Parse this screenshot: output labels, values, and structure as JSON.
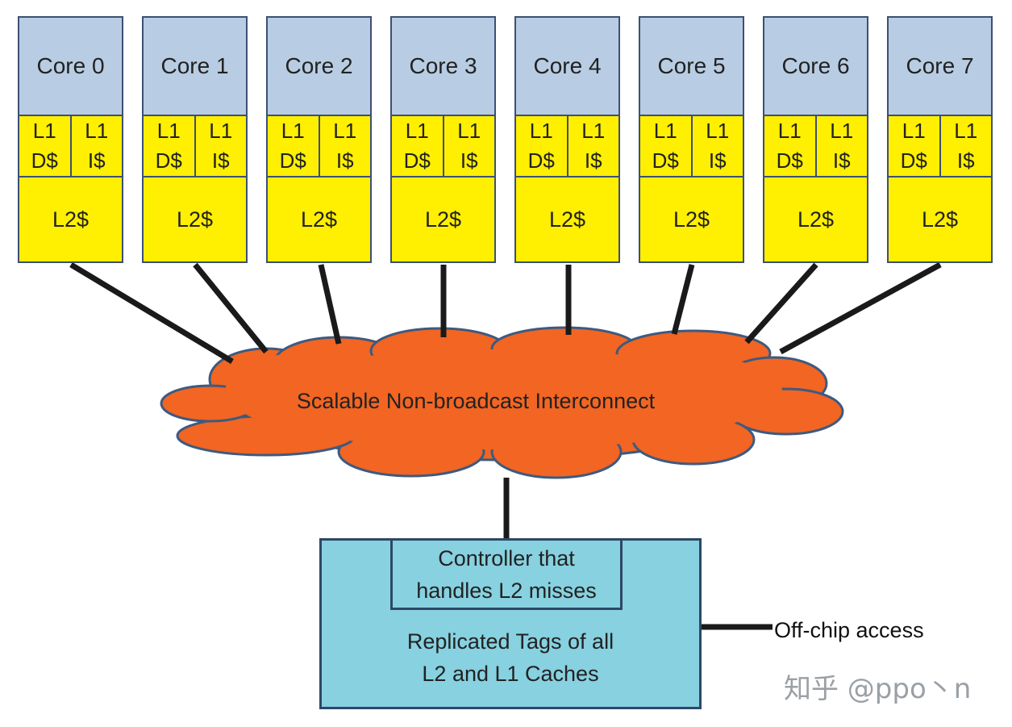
{
  "cores": [
    {
      "name": "Core 0",
      "l1d": [
        "L1",
        "D$"
      ],
      "l1i": [
        "L1",
        "I$"
      ],
      "l2": "L2$"
    },
    {
      "name": "Core 1",
      "l1d": [
        "L1",
        "D$"
      ],
      "l1i": [
        "L1",
        "I$"
      ],
      "l2": "L2$"
    },
    {
      "name": "Core 2",
      "l1d": [
        "L1",
        "D$"
      ],
      "l1i": [
        "L1",
        "I$"
      ],
      "l2": "L2$"
    },
    {
      "name": "Core 3",
      "l1d": [
        "L1",
        "D$"
      ],
      "l1i": [
        "L1",
        "I$"
      ],
      "l2": "L2$"
    },
    {
      "name": "Core 4",
      "l1d": [
        "L1",
        "D$"
      ],
      "l1i": [
        "L1",
        "I$"
      ],
      "l2": "L2$"
    },
    {
      "name": "Core 5",
      "l1d": [
        "L1",
        "D$"
      ],
      "l1i": [
        "L1",
        "I$"
      ],
      "l2": "L2$"
    },
    {
      "name": "Core 6",
      "l1d": [
        "L1",
        "D$"
      ],
      "l1i": [
        "L1",
        "I$"
      ],
      "l2": "L2$"
    },
    {
      "name": "Core 7",
      "l1d": [
        "L1",
        "D$"
      ],
      "l1i": [
        "L1",
        "I$"
      ],
      "l2": "L2$"
    }
  ],
  "interconnect": {
    "label": "Scalable Non-broadcast Interconnect"
  },
  "controller": {
    "lines": [
      "Controller that",
      "handles L2 misses"
    ],
    "tags_lines": [
      "Replicated Tags of all",
      "L2 and L1 Caches"
    ]
  },
  "offchip": {
    "label": "Off-chip access"
  },
  "watermark": "知乎 @ppo丶n",
  "colors": {
    "core_header": "#b8cde3",
    "cache": "#ffef00",
    "cloud": "#f26522",
    "controller": "#87d1e0",
    "border": "#3d4f73"
  }
}
